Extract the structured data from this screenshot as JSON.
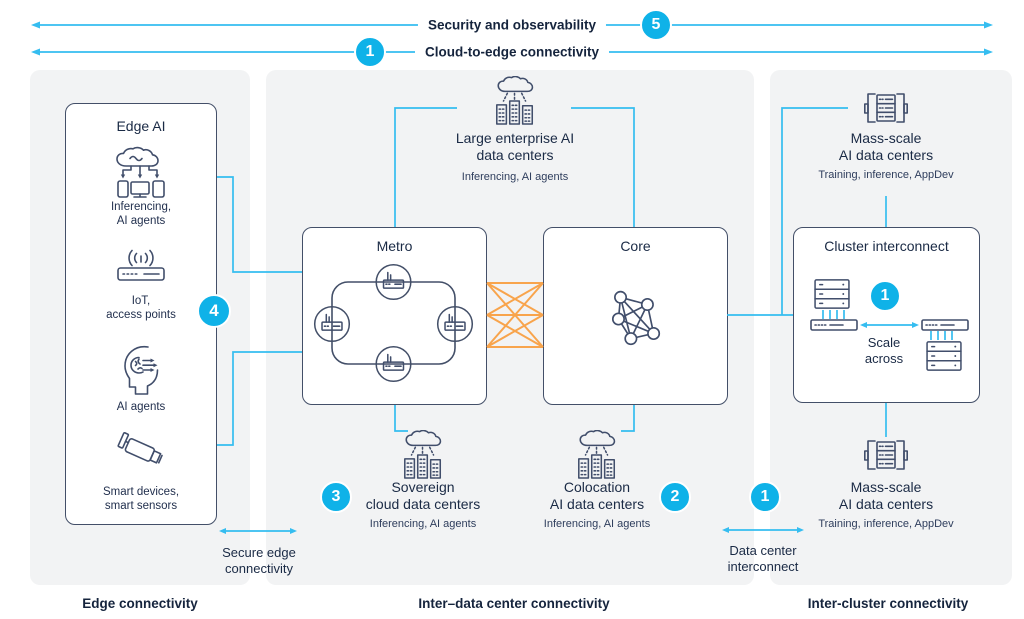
{
  "title": "AI network architecture diagram",
  "colors": {
    "accent_line": "#35BDF0",
    "badge_fill": "#0FB2E8",
    "mesh_orange": "#F8A44C",
    "navy_text": "#16253E",
    "icon_stroke": "#414E6B",
    "panel_bg": "#F2F3F4"
  },
  "top_arrows": [
    {
      "label": "Security and observability",
      "badge": "5"
    },
    {
      "label": "Cloud-to-edge connectivity",
      "badge": "1"
    }
  ],
  "edge_panel": {
    "box_title": "Edge AI",
    "badge": "4",
    "items": [
      {
        "icon": "cloud-inference-icon",
        "caption_lines": [
          "Inferencing,",
          "AI agents"
        ]
      },
      {
        "icon": "access-point-icon",
        "caption_lines": [
          "IoT,",
          "access points"
        ]
      },
      {
        "icon": "ai-agent-head-icon",
        "caption_lines": [
          "AI agents"
        ]
      },
      {
        "icon": "smart-camera-icon",
        "caption_lines": [
          "Smart devices,",
          "smart sensors"
        ]
      }
    ],
    "arrow_label_lines": [
      "Secure edge",
      "connectivity"
    ],
    "footer": "Edge connectivity"
  },
  "center_panel": {
    "enterprise": {
      "title_lines": [
        "Large enterprise AI",
        "data centers"
      ],
      "subtitle": "Inferencing, AI agents"
    },
    "metro_title": "Metro",
    "core_title": "Core",
    "sovereign": {
      "badge": "3",
      "title_lines": [
        "Sovereign",
        "cloud data centers"
      ],
      "subtitle": "Inferencing, AI agents"
    },
    "colocation": {
      "badge": "2",
      "title_lines": [
        "Colocation",
        "AI data centers"
      ],
      "subtitle": "Inferencing, AI agents"
    },
    "footer": "Inter–data center connectivity"
  },
  "right_panel": {
    "mass_top": {
      "title_lines": [
        "Mass-scale",
        "AI data centers"
      ],
      "subtitle": "Training, inference, AppDev"
    },
    "cluster": {
      "title": "Cluster interconnect",
      "badge": "1",
      "label_lines": [
        "Scale",
        "across"
      ]
    },
    "mass_bottom": {
      "title_lines": [
        "Mass-scale",
        "AI data centers"
      ],
      "subtitle": "Training, inference, AppDev"
    },
    "dci": {
      "badge": "1",
      "label_lines": [
        "Data center",
        "interconnect"
      ]
    },
    "footer": "Inter-cluster connectivity"
  }
}
